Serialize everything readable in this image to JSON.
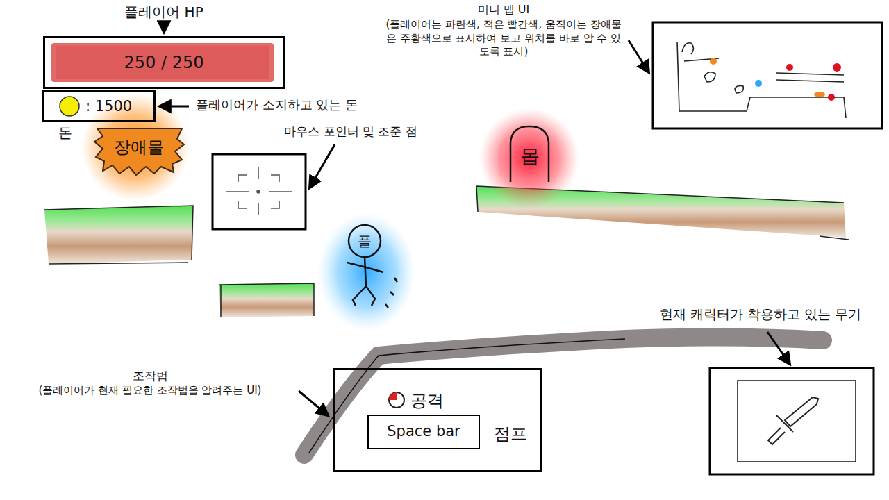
{
  "diagram": {
    "nodes": [
      {
        "text": [
          "250 / 250"
        ]
      },
      {
        "text": [
          ": 1500"
        ]
      },
      {
        "text": [
          "장애물"
        ]
      },
      {
        "text": [
          "몹"
        ]
      },
      {
        "text": [
          "플"
        ]
      },
      {
        "text": [
          "공격",
          "점프"
        ]
      },
      {
        "text": [
          "Space bar"
        ],
        "in": 5
      }
    ],
    "labels": [
      "플레이어 HP",
      "플레이어가 소지하고 있는 돈",
      "돈",
      "마우스 포인터 및 조준 점",
      "미니 맵 UI",
      "(플레이어는 파란색, 적은 빨간색, 움직이는 장애물은 주황색으로 표시하여 보고 위치를 바로 알 수 있도록 표시)",
      "현재 캐릭터가 착용하고 있는 무기",
      "조작법",
      "(플레이어가 현재 필요한 조작법을 알려주는 UI)"
    ]
  }
}
